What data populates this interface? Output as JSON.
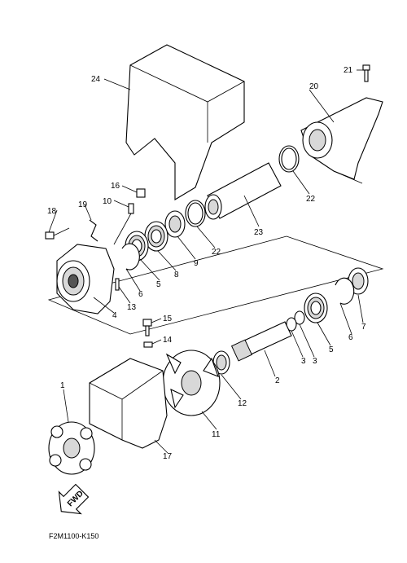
{
  "diagram": {
    "code": "F2M1100-K150",
    "fwd_label": "FWD",
    "callouts": {
      "c1": "1",
      "c2": "2",
      "c3a": "3",
      "c3b": "3",
      "c4": "4",
      "c5a": "5",
      "c5b": "5",
      "c6a": "6",
      "c6b": "6",
      "c7": "7",
      "c8": "8",
      "c9": "9",
      "c10": "10",
      "c11": "11",
      "c12": "12",
      "c13": "13",
      "c14": "14",
      "c15": "15",
      "c16": "16",
      "c17": "17",
      "c18": "18",
      "c19": "19",
      "c20": "20",
      "c21": "21",
      "c22a": "22",
      "c22b": "22",
      "c23": "23",
      "c24": "24"
    }
  }
}
